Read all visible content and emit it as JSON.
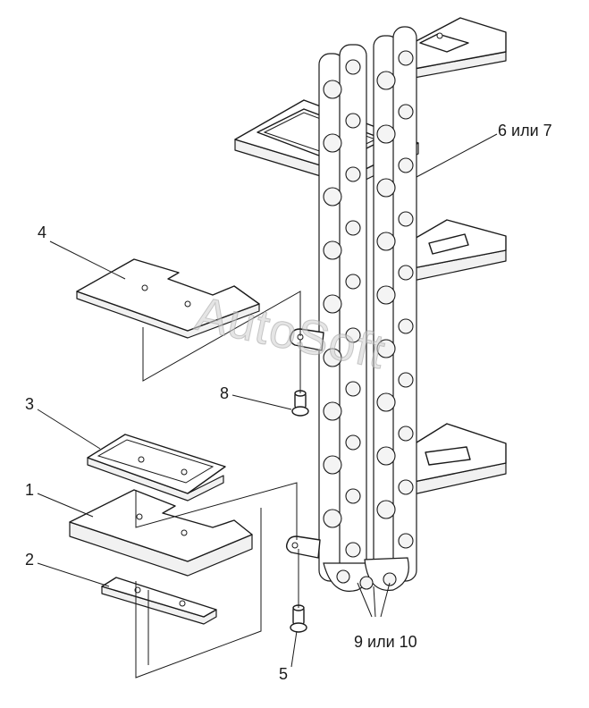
{
  "callouts": {
    "part_1": "1",
    "part_2": "2",
    "part_3": "3",
    "part_4": "4",
    "part_5": "5",
    "part_6_7": "6 или 7",
    "part_8": "8",
    "part_9_10": "9 или 10"
  },
  "watermark": "AutoSoft"
}
